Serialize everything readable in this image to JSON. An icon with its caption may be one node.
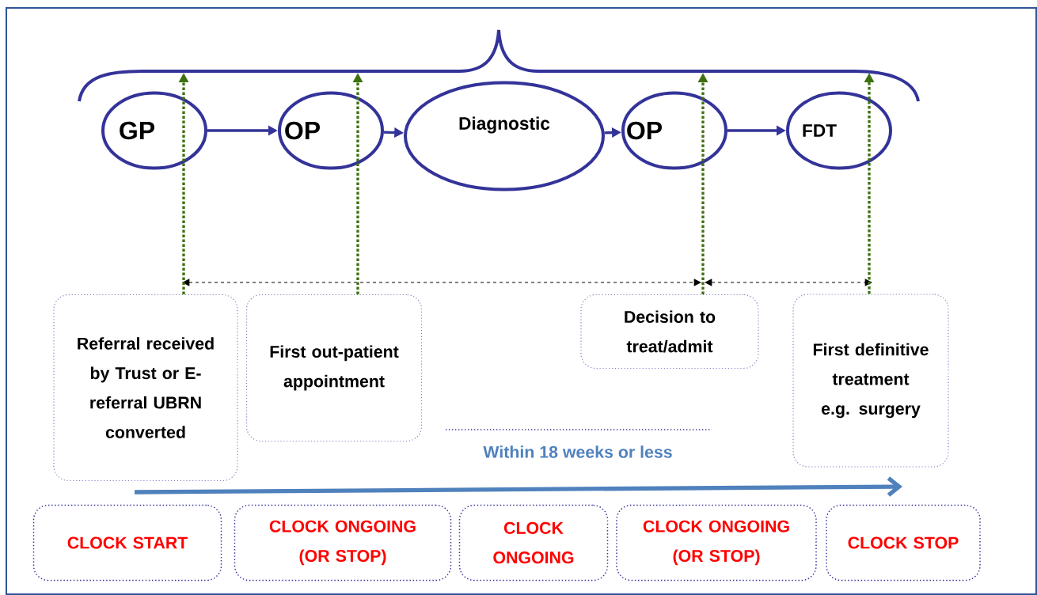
{
  "diagram": {
    "nodes": [
      {
        "text": [
          "GP"
        ]
      },
      {
        "text": [
          "OP"
        ]
      },
      {
        "text": [
          "Diagnostic"
        ]
      },
      {
        "text": [
          "OP"
        ]
      },
      {
        "text": [
          "FDT"
        ]
      },
      {
        "text": [
          "Referral received by Trust or E-referral UBRN converted"
        ]
      },
      {
        "text": [
          "First out-patient appointment"
        ]
      },
      {
        "text": [
          "Decision to treat/admit"
        ]
      },
      {
        "text": [
          "First definitive treatment e.g. surgery"
        ]
      },
      {
        "text": [
          "CLOCK START"
        ]
      },
      {
        "text": [
          "CLOCK ONGOING (OR STOP)"
        ]
      },
      {
        "text": [
          "CLOCK ONGOING"
        ]
      },
      {
        "text": [
          "CLOCK ONGOING (OR STOP)"
        ]
      },
      {
        "text": [
          "CLOCK STOP"
        ]
      }
    ],
    "edges": [
      {
        "from": 0,
        "to": 1,
        "arrow": "to"
      },
      {
        "from": 1,
        "to": 2,
        "arrow": "to"
      },
      {
        "from": 2,
        "to": 3,
        "arrow": "to"
      },
      {
        "from": 3,
        "to": 4,
        "arrow": "to"
      },
      {
        "from": 5,
        "to": null,
        "arrow": "to",
        "style": "dashed",
        "color": "#3f7010"
      },
      {
        "from": 6,
        "to": null,
        "arrow": "to",
        "style": "dashed",
        "color": "#3f7010"
      },
      {
        "from": 7,
        "to": null,
        "arrow": "to",
        "style": "dashed",
        "color": "#3f7010"
      },
      {
        "from": 8,
        "to": null,
        "arrow": "to",
        "style": "dashed",
        "color": "#3f7010"
      }
    ],
    "labels": [
      "Within 18 weeks or less"
    ]
  }
}
